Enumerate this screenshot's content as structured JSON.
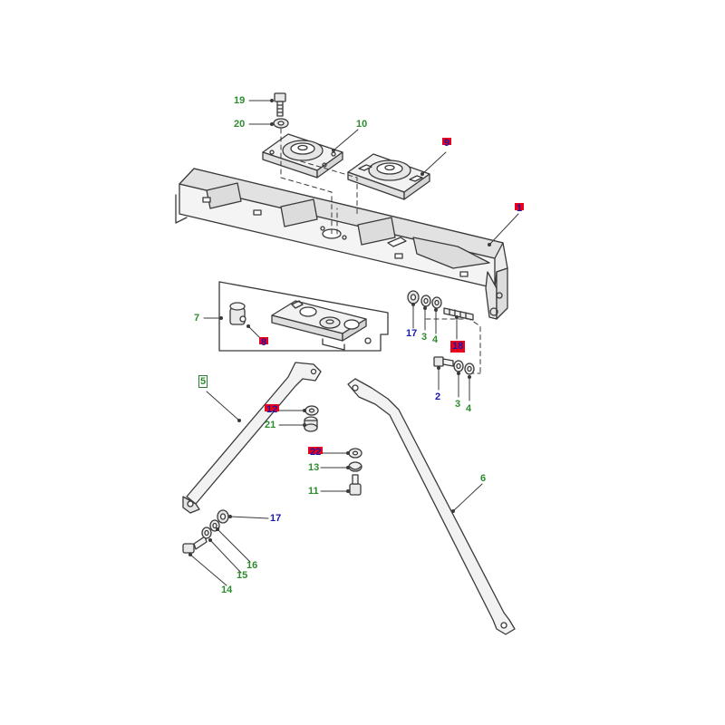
{
  "colors": {
    "green": "#2e8b2e",
    "blue": "#1a1aa8",
    "highlight": "#e8001c",
    "line": "#3a3a3a",
    "fill": "#eeeeee"
  },
  "labels": {
    "l19": "19",
    "l20": "20",
    "l10": "10",
    "l9": "9",
    "l1": "1",
    "l7": "7",
    "l8": "8",
    "l17a": "17",
    "l3a": "3",
    "l4a": "4",
    "l18": "18",
    "l2": "2",
    "l3b": "3",
    "l4b": "4",
    "l5": "5",
    "l12": "12",
    "l21": "21",
    "l22": "22",
    "l13": "13",
    "l11": "11",
    "l6": "6",
    "l17b": "17",
    "l16": "16",
    "l15": "15",
    "l14": "14"
  }
}
